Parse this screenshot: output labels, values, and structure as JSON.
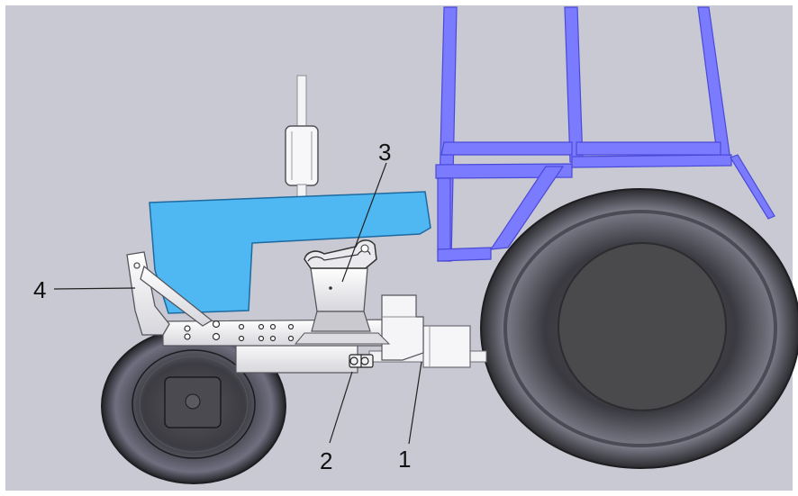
{
  "figure": {
    "subject": "tractor-front-loader-assembly-drawing",
    "background_color": "#c8c9d2",
    "cab_color": "#7b7bff",
    "hood_color": "#4fb7f2",
    "metal_color": "#f2f2f2",
    "tire_color": "#2f2f33",
    "callouts": [
      {
        "id": "callout-1",
        "label": "1"
      },
      {
        "id": "callout-2",
        "label": "2"
      },
      {
        "id": "callout-3",
        "label": "3"
      },
      {
        "id": "callout-4",
        "label": "4"
      }
    ]
  }
}
